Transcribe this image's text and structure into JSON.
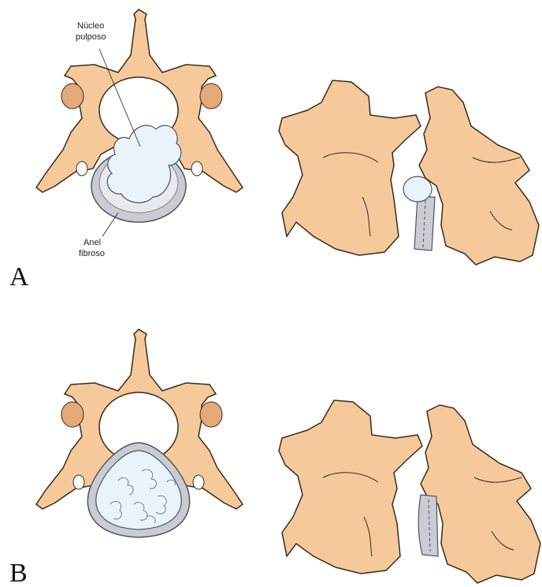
{
  "colors": {
    "bone": "#f6c99a",
    "bone_stroke": "#3a2a1e",
    "disc_ring": "#c9ccd2",
    "nucleus": "#eaf2fb",
    "nucleus_stroke": "#4a5560",
    "background": "#ffffff"
  },
  "panels": [
    {
      "letter": "A",
      "labels": {
        "nucleus_line1": "Núcleo",
        "nucleus_line2": "pulposo",
        "annulus_line1": "Anel",
        "annulus_line2": "fibroso"
      }
    },
    {
      "letter": "B"
    }
  ]
}
